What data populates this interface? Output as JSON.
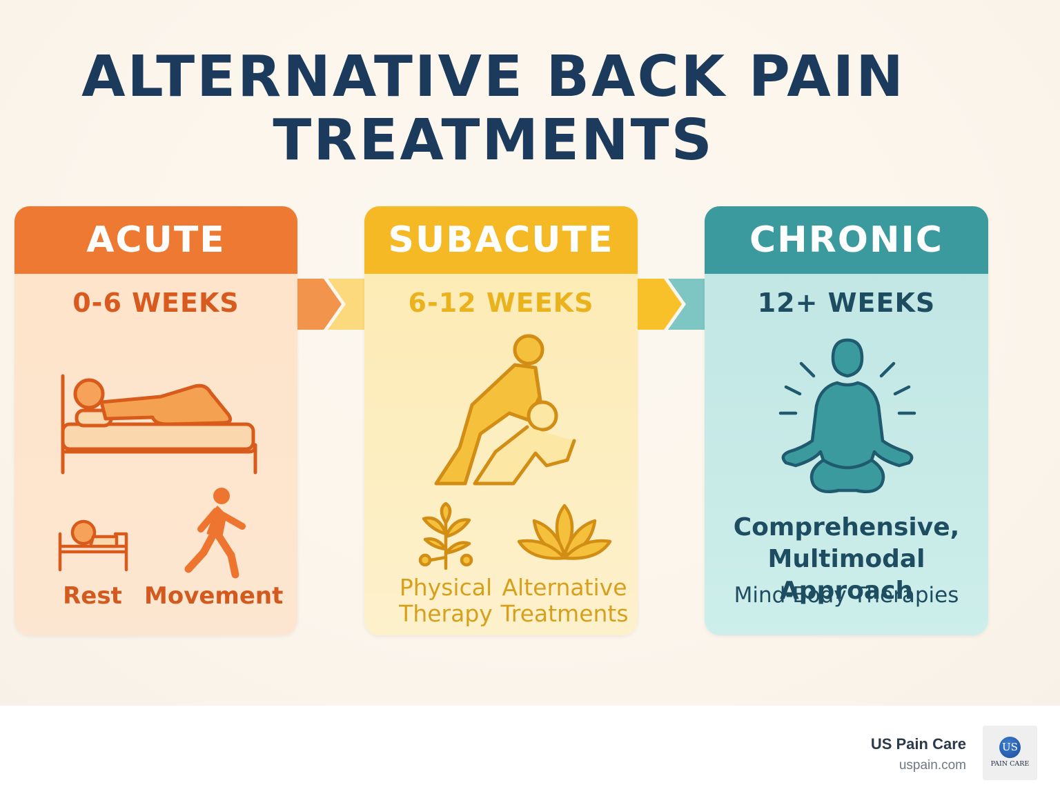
{
  "title": {
    "line1": "ALTERNATIVE BACK PAIN",
    "line2": "TREATMENTS"
  },
  "stages": [
    {
      "name": "ACUTE",
      "duration": "0-6 WEEKS",
      "treatments": [
        "Rest",
        "Movement"
      ],
      "icons": [
        "lying-in-bed-icon",
        "rest-in-bed-icon",
        "walking-person-icon"
      ],
      "color": "#ee7932"
    },
    {
      "name": "SUBACUTE",
      "duration": "6-12 WEEKS",
      "treatments": [
        "Physical Therapy",
        "Alternative Treatments"
      ],
      "treatment_lines": [
        [
          "Physical",
          "Therapy"
        ],
        [
          "Alternative",
          "Treatments"
        ]
      ],
      "icons": [
        "therapist-stretching-patient-icon",
        "herb-branch-icon",
        "lotus-flower-icon"
      ],
      "color": "#f6b926"
    },
    {
      "name": "CHRONIC",
      "duration": "12+ WEEKS",
      "approach": "Comprehensive, Multimodal Approach",
      "approach_lines": [
        "Comprehensive,",
        "Multimodal Approach"
      ],
      "treatments": [
        "Mind-Body Therapies"
      ],
      "icons": [
        "meditating-person-icon"
      ],
      "color": "#3a9a9e"
    }
  ],
  "footer": {
    "brand": "US Pain Care",
    "url": "uspain.com",
    "logo_monogram": "US",
    "logo_text": "PAIN CARE"
  }
}
